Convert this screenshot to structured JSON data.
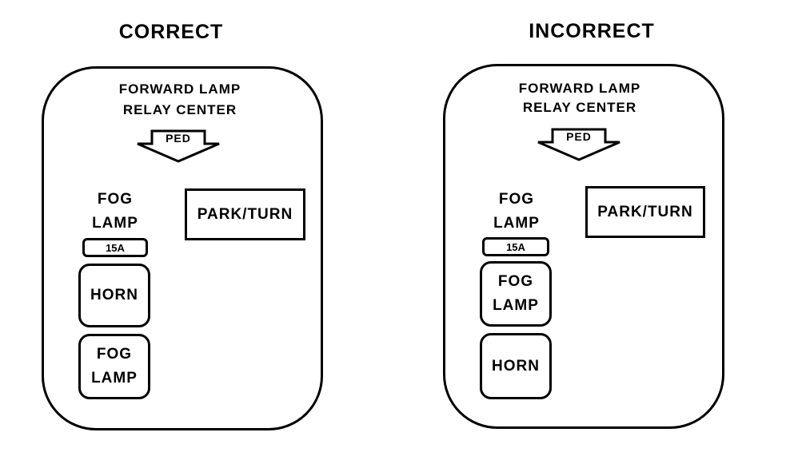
{
  "panels": [
    {
      "title": "CORRECT",
      "header_line1": "FORWARD LAMP",
      "header_line2": "RELAY CENTER",
      "arrow_label": "PED",
      "fog_line1": "FOG",
      "fog_line2": "LAMP",
      "fuse_label": "15A",
      "park_label": "PARK/TURN",
      "slot_upper": {
        "line1": "HORN",
        "line2": ""
      },
      "slot_lower": {
        "line1": "FOG",
        "line2": "LAMP"
      }
    },
    {
      "title": "INCORRECT",
      "header_line1": "FORWARD LAMP",
      "header_line2": "RELAY CENTER",
      "arrow_label": "PED",
      "fog_line1": "FOG",
      "fog_line2": "LAMP",
      "fuse_label": "15A",
      "park_label": "PARK/TURN",
      "slot_upper": {
        "line1": "FOG",
        "line2": "LAMP"
      },
      "slot_lower": {
        "line1": "HORN",
        "line2": ""
      }
    }
  ]
}
